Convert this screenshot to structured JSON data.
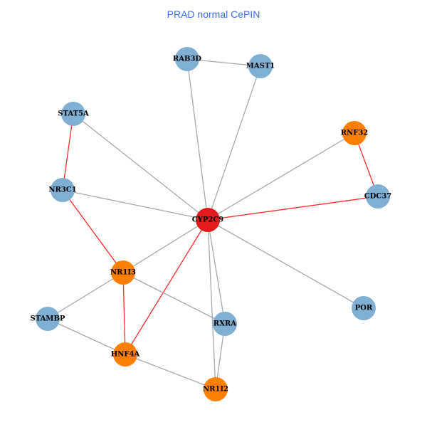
{
  "title": "PRAD normal CePIN",
  "colors": {
    "blue": "#7fb0d3",
    "orange": "#ff7f00",
    "red": "#e41a1c",
    "edge_gray": "#a8a8a8",
    "edge_red": "#ff2a2a"
  },
  "nodes": [
    {
      "id": "RAB3D",
      "color": "blue"
    },
    {
      "id": "MAST1",
      "color": "blue"
    },
    {
      "id": "STAT5A",
      "color": "blue"
    },
    {
      "id": "RNF32",
      "color": "orange"
    },
    {
      "id": "NR3C1",
      "color": "blue"
    },
    {
      "id": "CDC37",
      "color": "blue"
    },
    {
      "id": "CYP2C9",
      "color": "red"
    },
    {
      "id": "NR1I3",
      "color": "orange"
    },
    {
      "id": "POR",
      "color": "blue"
    },
    {
      "id": "STAMBP",
      "color": "blue"
    },
    {
      "id": "RXRA",
      "color": "blue"
    },
    {
      "id": "HNF4A",
      "color": "orange"
    },
    {
      "id": "NR1I2",
      "color": "orange"
    }
  ],
  "edges": [
    {
      "s": "RAB3D",
      "t": "MAST1",
      "color": "gray"
    },
    {
      "s": "RAB3D",
      "t": "CYP2C9",
      "color": "gray"
    },
    {
      "s": "MAST1",
      "t": "CYP2C9",
      "color": "gray"
    },
    {
      "s": "STAT5A",
      "t": "CYP2C9",
      "color": "gray"
    },
    {
      "s": "STAT5A",
      "t": "NR3C1",
      "color": "red"
    },
    {
      "s": "NR3C1",
      "t": "CYP2C9",
      "color": "gray"
    },
    {
      "s": "NR3C1",
      "t": "NR1I3",
      "color": "red"
    },
    {
      "s": "RNF32",
      "t": "CYP2C9",
      "color": "gray"
    },
    {
      "s": "RNF32",
      "t": "CDC37",
      "color": "red"
    },
    {
      "s": "CDC37",
      "t": "CYP2C9",
      "color": "red"
    },
    {
      "s": "CYP2C9",
      "t": "NR1I3",
      "color": "gray"
    },
    {
      "s": "CYP2C9",
      "t": "HNF4A",
      "color": "red"
    },
    {
      "s": "CYP2C9",
      "t": "RXRA",
      "color": "gray"
    },
    {
      "s": "CYP2C9",
      "t": "NR1I2",
      "color": "gray"
    },
    {
      "s": "CYP2C9",
      "t": "POR",
      "color": "gray"
    },
    {
      "s": "NR1I3",
      "t": "STAMBP",
      "color": "gray"
    },
    {
      "s": "NR1I3",
      "t": "HNF4A",
      "color": "red"
    },
    {
      "s": "NR1I3",
      "t": "RXRA",
      "color": "gray"
    },
    {
      "s": "STAMBP",
      "t": "HNF4A",
      "color": "gray"
    },
    {
      "s": "HNF4A",
      "t": "NR1I2",
      "color": "gray"
    },
    {
      "s": "RXRA",
      "t": "NR1I2",
      "color": "gray"
    }
  ]
}
